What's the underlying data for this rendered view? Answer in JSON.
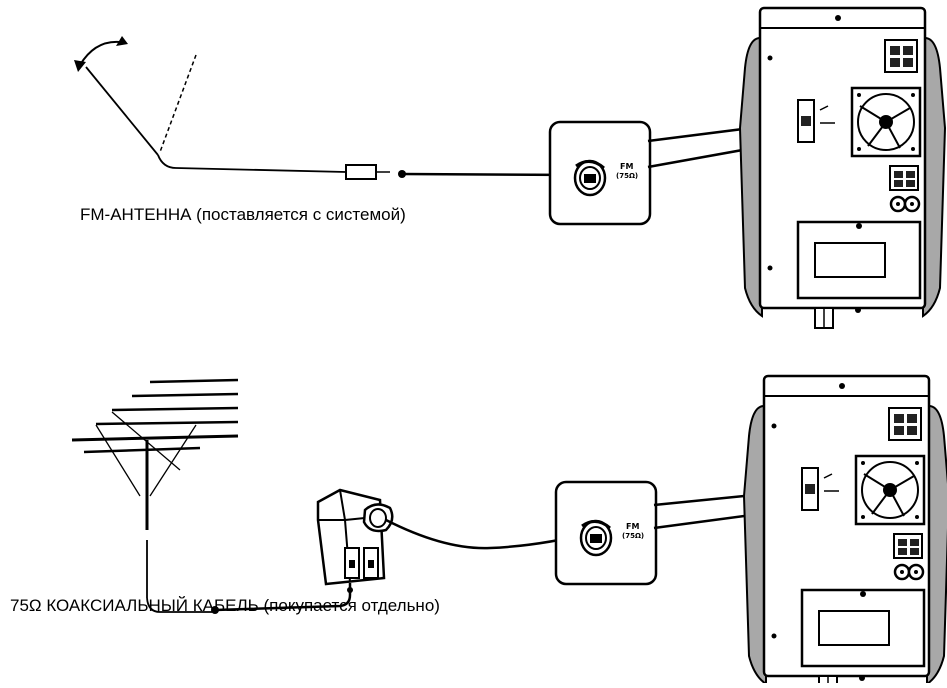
{
  "captions": {
    "fm_antenna": "FM-АНТЕННА (поставляется с системой)",
    "coax_cable": "75Ω КОАКСИАЛЬНЫЙ КАБЕЛЬ (покупается отдельно)"
  },
  "jack_labels": {
    "top": [
      "FM",
      "(75Ω)"
    ],
    "bottom": [
      "FM",
      "(75Ω)"
    ]
  },
  "icons": [
    "fm-wire-antenna-icon",
    "yagi-antenna-icon",
    "wall-outlet-adapter-icon",
    "antenna-jack-closeup-icon",
    "stereo-rear-panel-icon",
    "cooling-fan-icon"
  ],
  "colors": {
    "line": "#000000",
    "panel_gray": "#a8a8a8",
    "background": "#ffffff"
  }
}
